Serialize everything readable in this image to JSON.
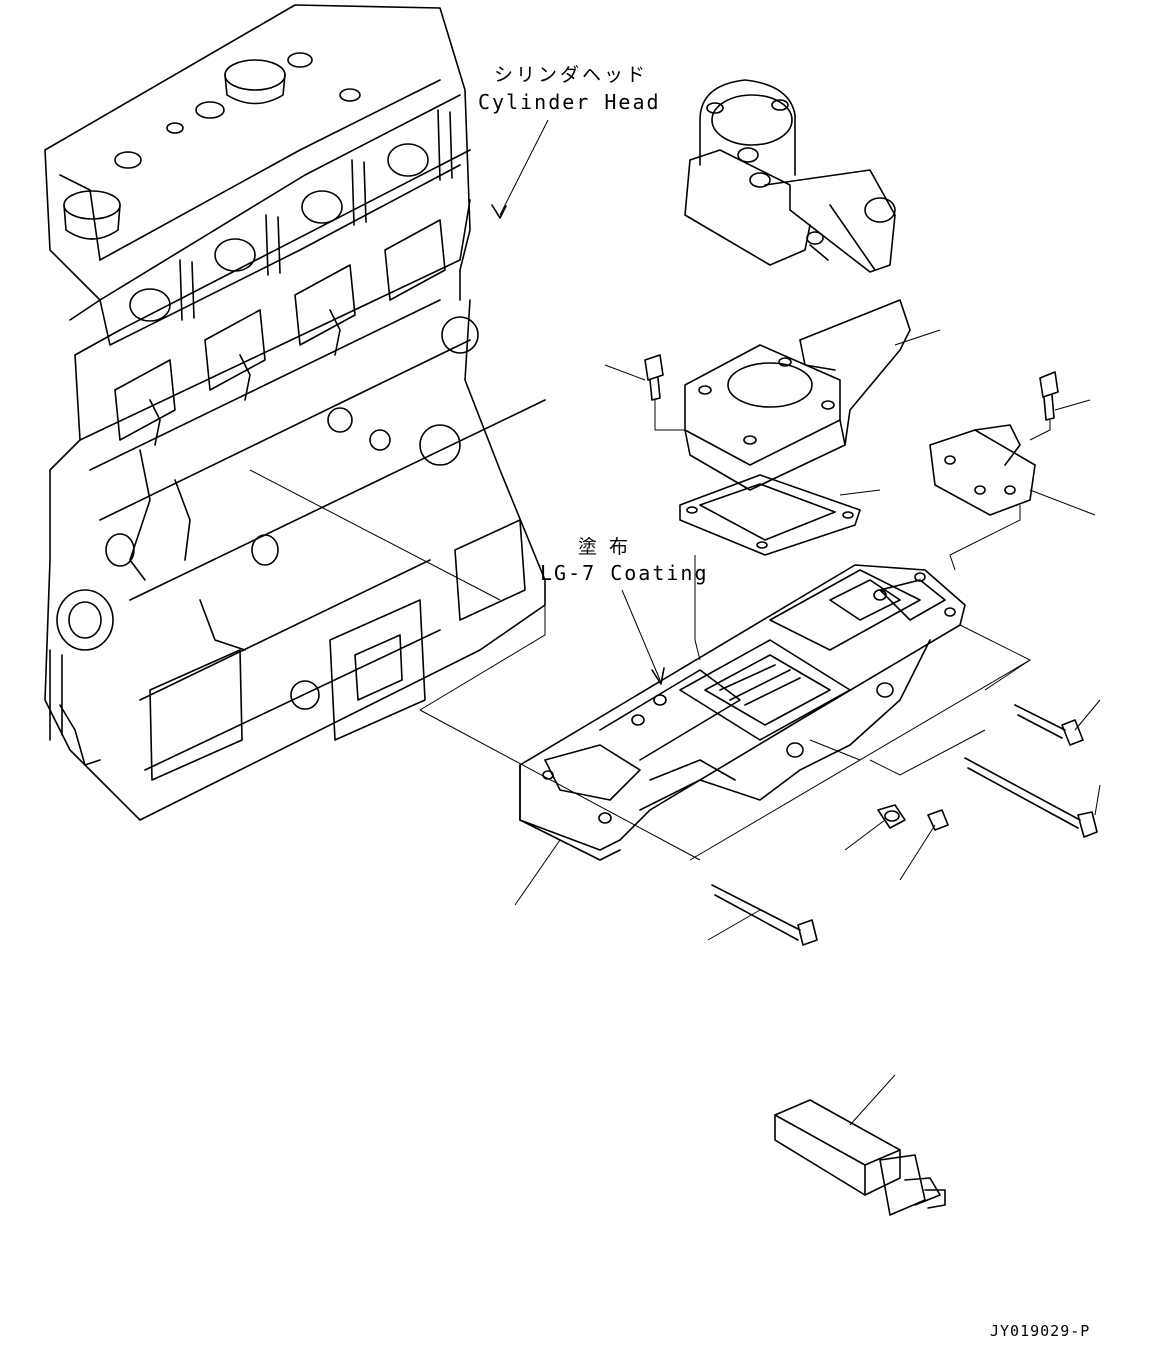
{
  "labels": {
    "cylinder_head_jp": "シリンダヘッド",
    "cylinder_head_en": "Cylinder Head",
    "coating_jp": "塗 布",
    "coating_en": "LG-7 Coating",
    "drawing_id": "JY019029-P"
  },
  "colors": {
    "line": "#000000",
    "background": "#ffffff"
  }
}
